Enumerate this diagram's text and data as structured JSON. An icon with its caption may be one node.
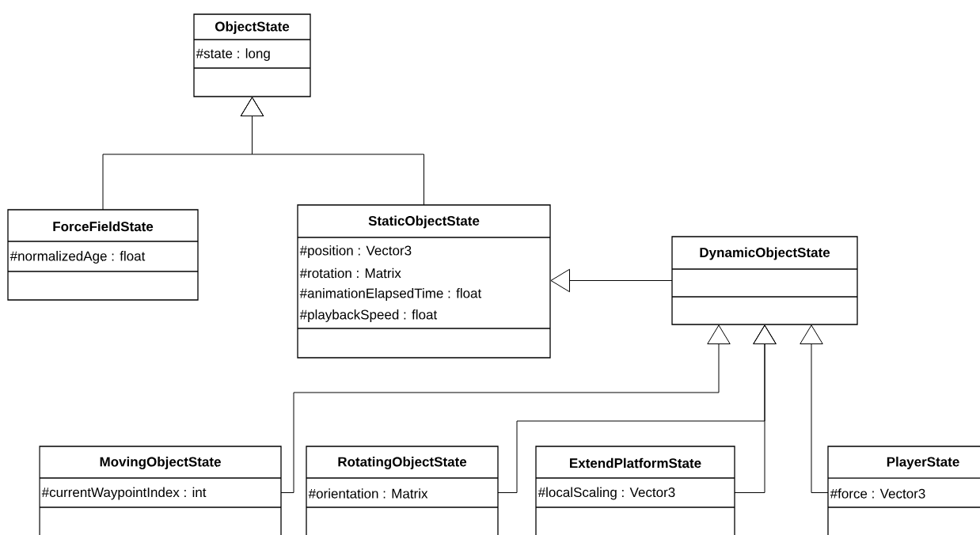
{
  "diagram": {
    "nodes": [
      {
        "text": [
          "ObjectState",
          "#state : long"
        ]
      },
      {
        "text": [
          "ForceFieldState",
          "#normalizedAge : float"
        ]
      },
      {
        "text": [
          "StaticObjectState",
          "#position : Vector3",
          "#rotation : Matrix",
          "#animationElapsedTime : float",
          "#playbackSpeed : float"
        ]
      },
      {
        "text": [
          "DynamicObjectState"
        ]
      },
      {
        "text": [
          "MovingObjectState",
          "#currentWaypointIndex : int"
        ]
      },
      {
        "text": [
          "RotatingObjectState",
          "#orientation : Matrix"
        ]
      },
      {
        "text": [
          "ExtendPlatformState",
          "#localScaling : Vector3"
        ]
      },
      {
        "text": [
          "PlayerState",
          "#force : Vector3"
        ]
      }
    ],
    "edges": [
      {
        "from": 1,
        "to": 0,
        "arrow": "to"
      },
      {
        "from": 2,
        "to": 0,
        "arrow": "to"
      },
      {
        "from": 3,
        "to": 2,
        "arrow": "to"
      },
      {
        "from": 4,
        "to": 3,
        "arrow": "to"
      },
      {
        "from": 5,
        "to": 3,
        "arrow": "to"
      },
      {
        "from": 6,
        "to": 3,
        "arrow": "to"
      },
      {
        "from": 7,
        "to": 3,
        "arrow": "to"
      }
    ]
  }
}
